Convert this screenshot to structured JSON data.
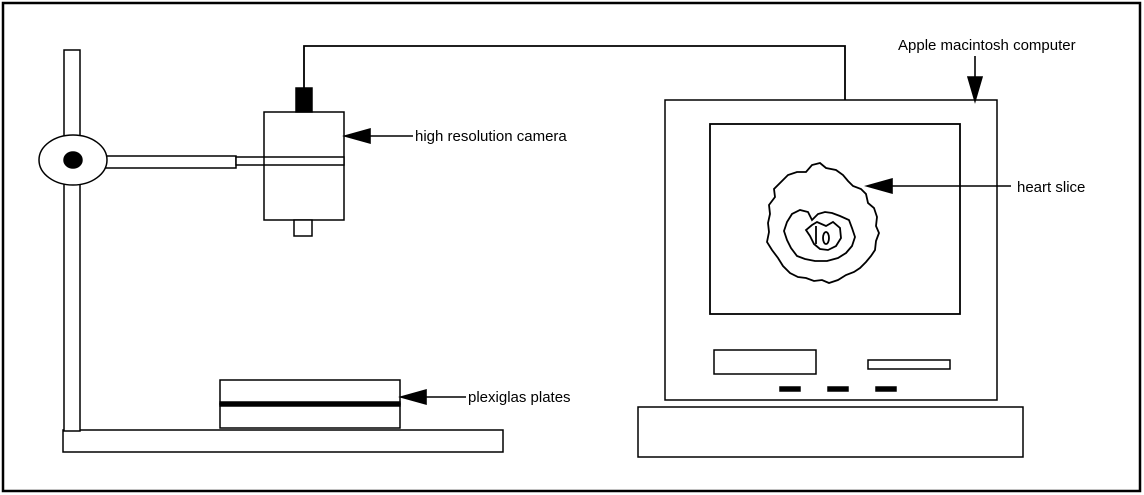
{
  "labels": {
    "computer": "Apple macintosh computer",
    "camera": "high resolution camera",
    "heart": "heart slice",
    "plates": "plexiglas plates"
  },
  "colors": {
    "stroke": "#000000",
    "background": "#ffffff"
  }
}
